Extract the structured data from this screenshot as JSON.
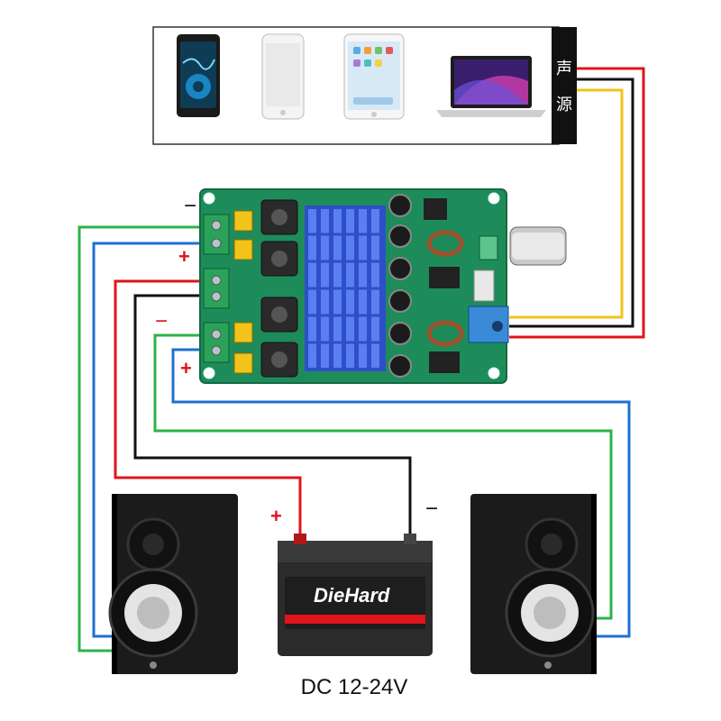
{
  "source_panel": {
    "label_top": "声",
    "label_bottom": "源",
    "devices": [
      {
        "icon": "mp3-player-icon"
      },
      {
        "icon": "smartphone-icon"
      },
      {
        "icon": "tablet-icon"
      },
      {
        "icon": "laptop-icon"
      }
    ]
  },
  "board": {
    "icon": "amplifier-board-icon",
    "top_channel": {
      "minus": "−",
      "plus": "+"
    },
    "bottom_channel": {
      "minus": "−",
      "plus": "+"
    }
  },
  "battery": {
    "brand": "DieHard",
    "plus": "+",
    "minus": "−",
    "caption": "DC 12-24V"
  },
  "speakers": [
    {
      "icon": "speaker-left-icon"
    },
    {
      "icon": "speaker-right-icon"
    }
  ],
  "colors": {
    "red": "#e0141c",
    "black": "#111111",
    "green": "#2db34a",
    "blue": "#1f6fd1",
    "yellow": "#f2c31a",
    "pcb": "#1e8c5a",
    "heatsink": "#3b5fd8"
  }
}
